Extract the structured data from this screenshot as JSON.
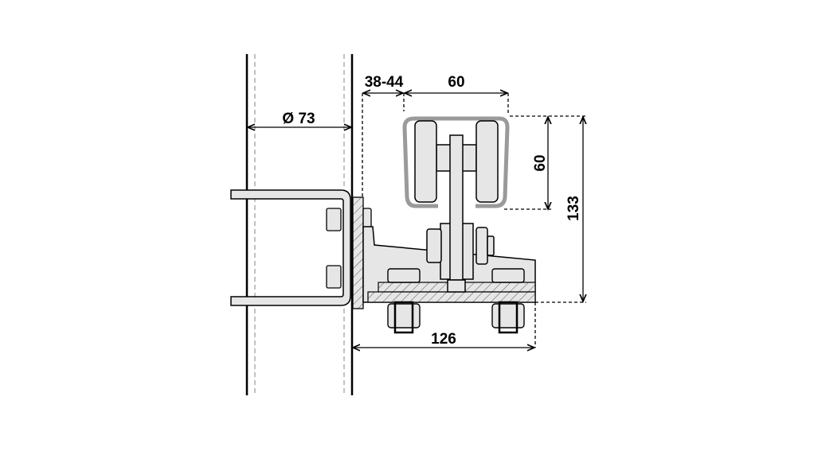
{
  "dimensions": {
    "pole_diameter": "Ø 73",
    "wall_gap": "38-44",
    "track_width": "60",
    "track_height": "60",
    "total_height": "133",
    "bracket_length": "126"
  },
  "colors": {
    "line": "#000000",
    "fill": "#e6e6e6",
    "track": "#9a9a9a"
  }
}
